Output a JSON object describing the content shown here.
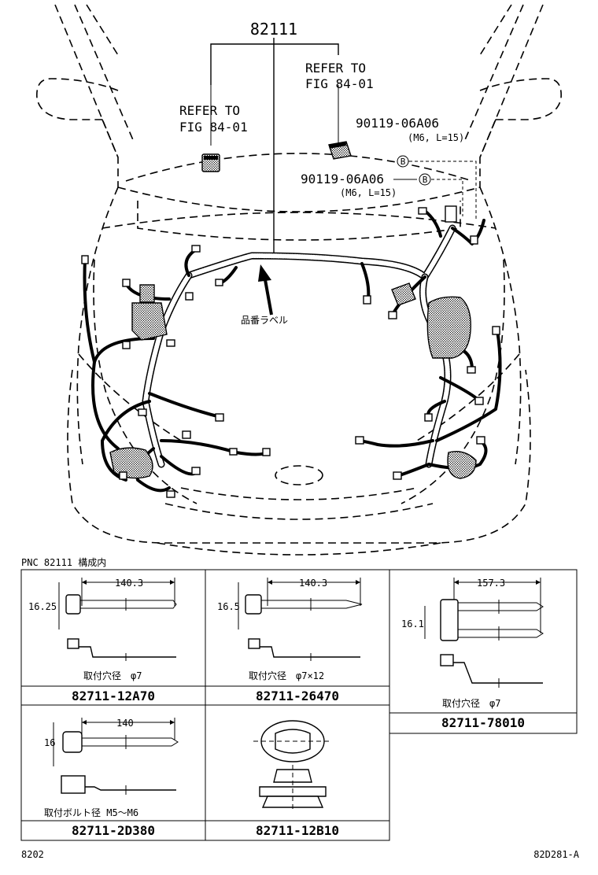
{
  "main_part_number": "82111",
  "refer_left": {
    "line1": "REFER TO",
    "line2": "FIG 84-01"
  },
  "refer_right": {
    "line1": "REFER TO",
    "line2": "FIG 84-01"
  },
  "bolt_upper": {
    "part": "90119-06A06",
    "spec": "(M6, L=15)",
    "marker": "B"
  },
  "bolt_lower": {
    "part": "90119-06A06",
    "spec": "(M6, L=15)",
    "marker": "B"
  },
  "label_callout": "品番ラベル",
  "table_caption": "PNC 82111 構成内",
  "cells": [
    {
      "part": "82711-12A70",
      "dim_len": "140.3",
      "dim_h": "16.25",
      "note": "取付穴径　φ7"
    },
    {
      "part": "82711-26470",
      "dim_len": "140.3",
      "dim_h": "16.5",
      "note": "取付穴径　φ7×12"
    },
    {
      "part": "82711-78010",
      "dim_len": "157.3",
      "dim_h": "16.1",
      "note": "取付穴径　φ7"
    },
    {
      "part": "82711-2D380",
      "dim_len": "140",
      "dim_h": "16",
      "note": "取付ボルト径 M5～M6"
    },
    {
      "part": "82711-12B10"
    }
  ],
  "footer_left": "8202",
  "footer_right": "82D281-A"
}
